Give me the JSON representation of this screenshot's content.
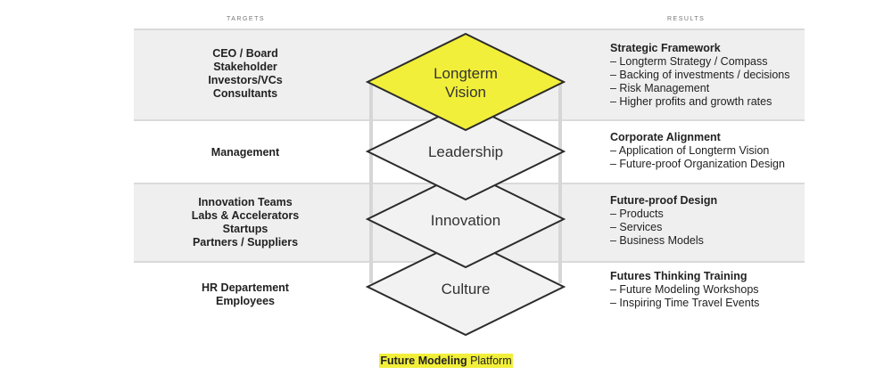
{
  "headers": {
    "targets": "TARGETS",
    "results": "RESULTS"
  },
  "rows": [
    {
      "id": "vision",
      "level": [
        "Longterm",
        "Vision"
      ],
      "targets": [
        "CEO / Board",
        "Stakeholder",
        "Investors/VCs",
        "Consultants"
      ],
      "result_title": "Strategic Framework",
      "result_items": [
        "– Longterm Strategy / Compass",
        "– Backing of investments / decisions",
        "– Risk Management",
        "– Higher profits and growth rates"
      ]
    },
    {
      "id": "leadership",
      "level": [
        "Leadership"
      ],
      "targets": [
        "Management"
      ],
      "result_title": "Corporate Alignment",
      "result_items": [
        "– Application of Longterm Vision",
        "– Future-proof Organization Design"
      ]
    },
    {
      "id": "innovation",
      "level": [
        "Innovation"
      ],
      "targets": [
        "Innovation Teams",
        "Labs & Accelerators",
        "Startups",
        "Partners / Suppliers"
      ],
      "result_title": "Future-proof Design",
      "result_items": [
        "– Products",
        "– Services",
        "– Business Models"
      ]
    },
    {
      "id": "culture",
      "level": [
        "Culture"
      ],
      "targets": [
        "HR Departement",
        "Employees"
      ],
      "result_title": "Futures Thinking Training",
      "result_items": [
        "– Future Modeling Workshops",
        "– Inspiring Time Travel Events"
      ]
    }
  ],
  "platform": {
    "bold": "Future Modeling",
    "rest": " Platform"
  },
  "colors": {
    "highlight": "#f2ef3a",
    "diamond_fill": "#f2f2f2",
    "band": "#efefef",
    "outline": "#2b2b2b"
  }
}
